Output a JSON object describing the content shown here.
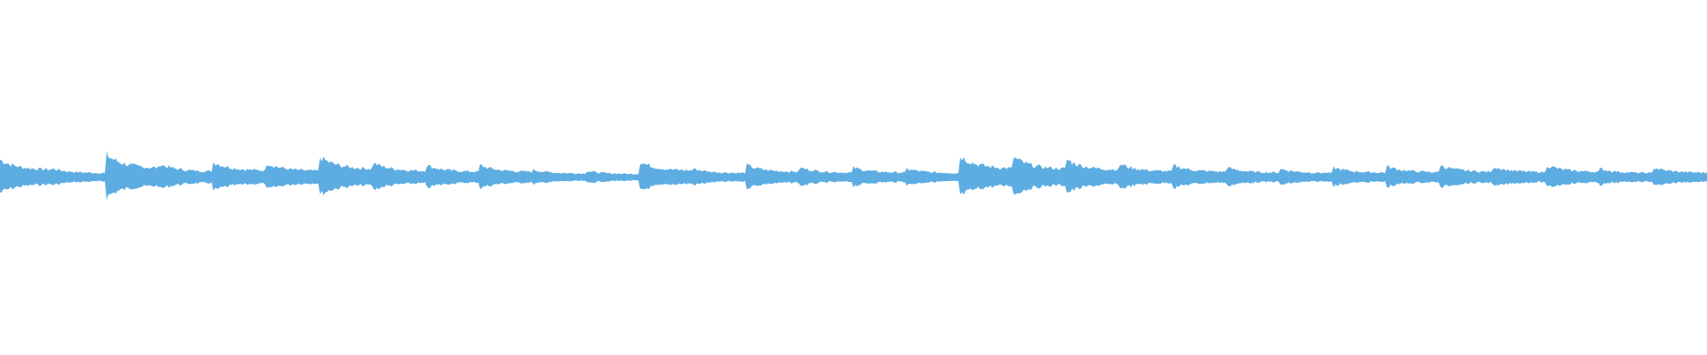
{
  "waveform": {
    "color": "#5dade2",
    "duration_segments": 32,
    "segment_peaks": [
      0.7,
      0.3,
      0.9,
      0.5,
      0.6,
      0.55,
      0.8,
      0.55,
      0.45,
      0.45,
      0.25,
      0.2,
      0.6,
      0.3,
      0.45,
      0.35,
      0.35,
      0.3,
      0.85,
      0.8,
      0.7,
      0.5,
      0.45,
      0.35,
      0.3,
      0.35,
      0.4,
      0.45,
      0.4,
      0.45,
      0.3,
      0.35
    ]
  }
}
